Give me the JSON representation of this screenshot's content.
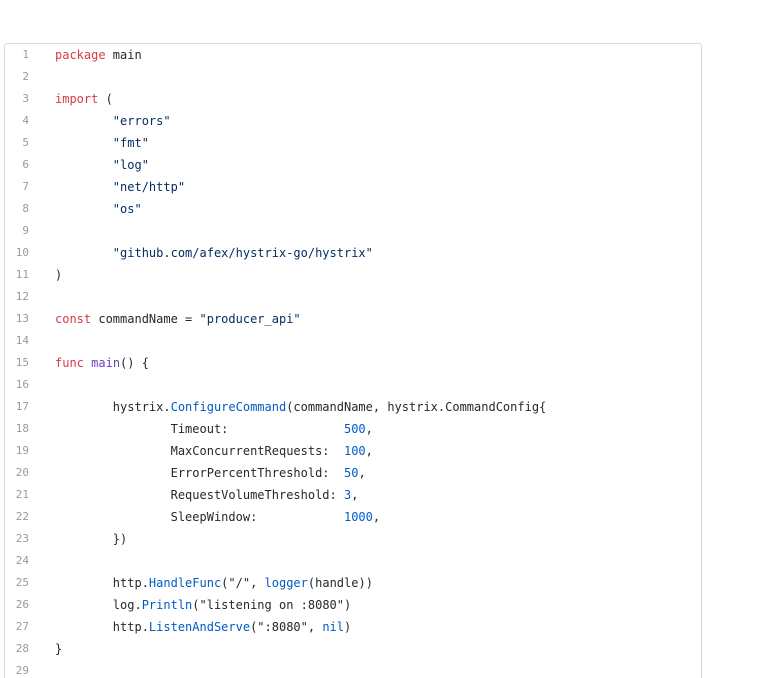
{
  "colors": {
    "keyword": "#d73a49",
    "string": "#032f62",
    "number": "#005cc5",
    "function": "#6f42c1",
    "call": "#005cc5",
    "text": "#24292e",
    "line_number": "#9a9a9a",
    "border": "#d9d9d9"
  },
  "code": {
    "lines": [
      {
        "n": "1",
        "tokens": [
          [
            "kw",
            "package"
          ],
          [
            "plain",
            " main"
          ]
        ]
      },
      {
        "n": "2",
        "tokens": []
      },
      {
        "n": "3",
        "tokens": [
          [
            "kw",
            "import"
          ],
          [
            "plain",
            " ("
          ]
        ]
      },
      {
        "n": "4",
        "tokens": [
          [
            "plain",
            "\t"
          ],
          [
            "str",
            "\"errors\""
          ]
        ]
      },
      {
        "n": "5",
        "tokens": [
          [
            "plain",
            "\t"
          ],
          [
            "str",
            "\"fmt\""
          ]
        ]
      },
      {
        "n": "6",
        "tokens": [
          [
            "plain",
            "\t"
          ],
          [
            "str",
            "\"log\""
          ]
        ]
      },
      {
        "n": "7",
        "tokens": [
          [
            "plain",
            "\t"
          ],
          [
            "str",
            "\"net/http\""
          ]
        ]
      },
      {
        "n": "8",
        "tokens": [
          [
            "plain",
            "\t"
          ],
          [
            "str",
            "\"os\""
          ]
        ]
      },
      {
        "n": "9",
        "tokens": []
      },
      {
        "n": "10",
        "tokens": [
          [
            "plain",
            "\t"
          ],
          [
            "str",
            "\"github.com/afex/hystrix-go/hystrix\""
          ]
        ]
      },
      {
        "n": "11",
        "tokens": [
          [
            "plain",
            ")"
          ]
        ]
      },
      {
        "n": "12",
        "tokens": []
      },
      {
        "n": "13",
        "tokens": [
          [
            "kw",
            "const"
          ],
          [
            "plain",
            " commandName = "
          ],
          [
            "str",
            "\"producer_api\""
          ]
        ]
      },
      {
        "n": "14",
        "tokens": []
      },
      {
        "n": "15",
        "tokens": [
          [
            "kw",
            "func"
          ],
          [
            "plain",
            " "
          ],
          [
            "fn",
            "main"
          ],
          [
            "plain",
            "() {"
          ]
        ]
      },
      {
        "n": "16",
        "tokens": []
      },
      {
        "n": "17",
        "tokens": [
          [
            "plain",
            "\thystrix."
          ],
          [
            "call",
            "ConfigureCommand"
          ],
          [
            "plain",
            "(commandName, hystrix.CommandConfig{"
          ]
        ]
      },
      {
        "n": "18",
        "tokens": [
          [
            "plain",
            "\t\tTimeout:                "
          ],
          [
            "num",
            "500"
          ],
          [
            "plain",
            ","
          ]
        ]
      },
      {
        "n": "19",
        "tokens": [
          [
            "plain",
            "\t\tMaxConcurrentRequests:  "
          ],
          [
            "num",
            "100"
          ],
          [
            "plain",
            ","
          ]
        ]
      },
      {
        "n": "20",
        "tokens": [
          [
            "plain",
            "\t\tErrorPercentThreshold:  "
          ],
          [
            "num",
            "50"
          ],
          [
            "plain",
            ","
          ]
        ]
      },
      {
        "n": "21",
        "tokens": [
          [
            "plain",
            "\t\tRequestVolumeThreshold: "
          ],
          [
            "num",
            "3"
          ],
          [
            "plain",
            ","
          ]
        ]
      },
      {
        "n": "22",
        "tokens": [
          [
            "plain",
            "\t\tSleepWindow:            "
          ],
          [
            "num",
            "1000"
          ],
          [
            "plain",
            ","
          ]
        ]
      },
      {
        "n": "23",
        "tokens": [
          [
            "plain",
            "\t})"
          ]
        ]
      },
      {
        "n": "24",
        "tokens": []
      },
      {
        "n": "25",
        "tokens": [
          [
            "plain",
            "\thttp."
          ],
          [
            "call",
            "HandleFunc"
          ],
          [
            "plain",
            "(\"/\", "
          ],
          [
            "call",
            "logger"
          ],
          [
            "plain",
            "(handle))"
          ]
        ]
      },
      {
        "n": "26",
        "tokens": [
          [
            "plain",
            "\tlog."
          ],
          [
            "call",
            "Println"
          ],
          [
            "plain",
            "(\"listening on :8080\")"
          ]
        ]
      },
      {
        "n": "27",
        "tokens": [
          [
            "plain",
            "\thttp."
          ],
          [
            "call",
            "ListenAndServe"
          ],
          [
            "plain",
            "(\":8080\", "
          ],
          [
            "call",
            "nil"
          ],
          [
            "plain",
            ")"
          ]
        ]
      },
      {
        "n": "28",
        "tokens": [
          [
            "plain",
            "}"
          ]
        ]
      },
      {
        "n": "29",
        "tokens": []
      }
    ]
  }
}
